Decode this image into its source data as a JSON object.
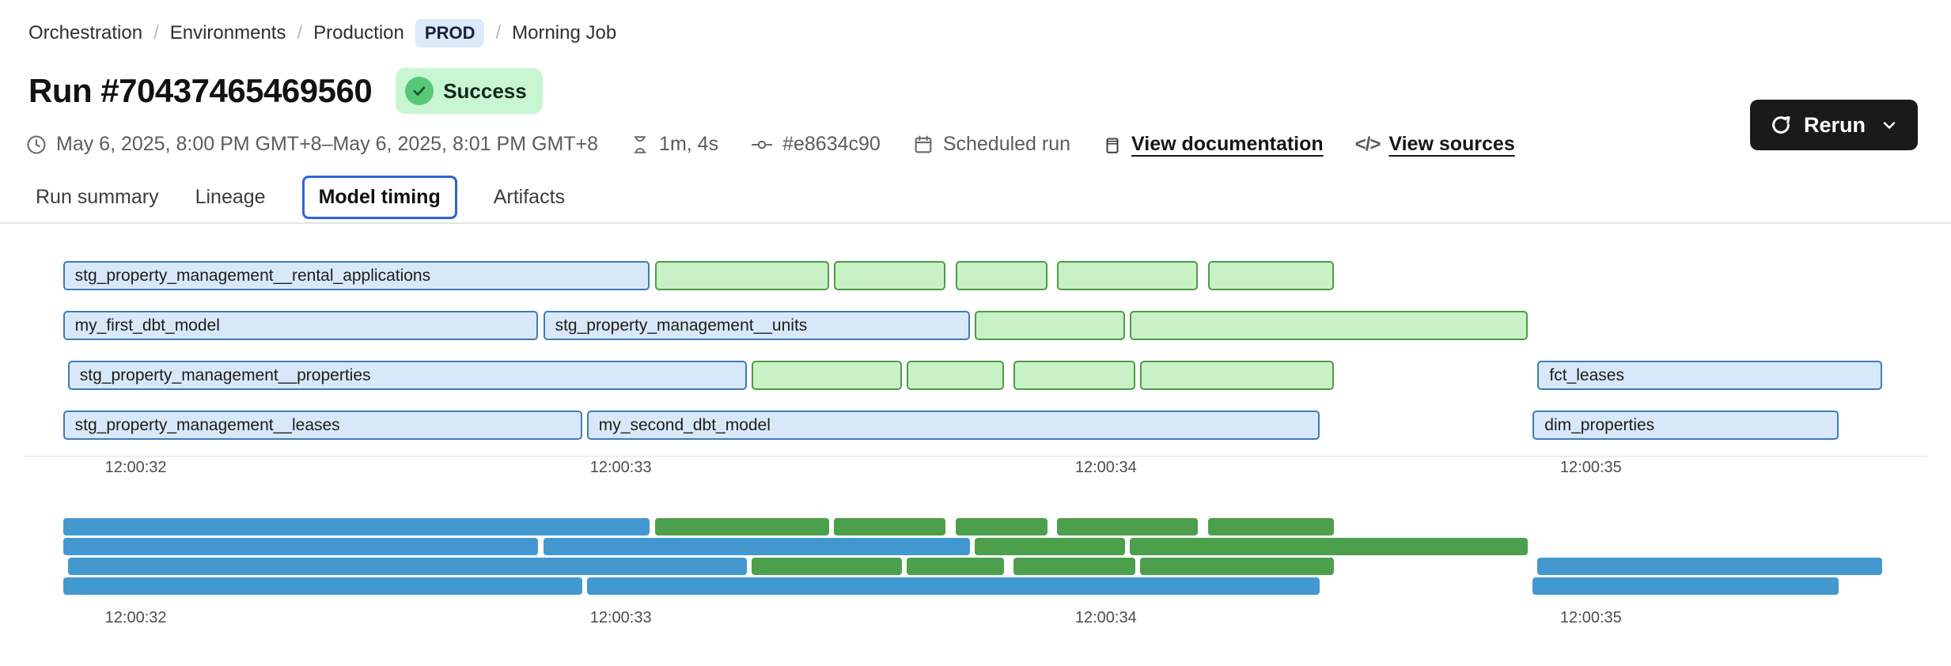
{
  "breadcrumb": {
    "separator": "/",
    "items": [
      "Orchestration",
      "Environments",
      "Production"
    ],
    "env_badge": "PROD",
    "last": "Morning Job"
  },
  "header": {
    "title": "Run #70437465469560",
    "status": "Success",
    "rerun_label": "Rerun"
  },
  "meta": {
    "time_range": "May 6, 2025, 8:00 PM GMT+8–May 6, 2025, 8:01 PM GMT+8",
    "duration": "1m, 4s",
    "commit": "#e8634c90",
    "trigger": "Scheduled run",
    "doc_link": "View documentation",
    "sources_link": "View sources",
    "code_glyph": "</>"
  },
  "tabs": [
    {
      "label": "Run summary",
      "active": false
    },
    {
      "label": "Lineage",
      "active": false
    },
    {
      "label": "Model timing",
      "active": true
    },
    {
      "label": "Artifacts",
      "active": false
    }
  ],
  "chart_data": {
    "type": "gantt",
    "title": "Model timing",
    "unit": "seconds after 12:00:00",
    "range": [
      31.8,
      35.7
    ],
    "ticks": [
      {
        "label": "12:00:32",
        "value": 32
      },
      {
        "label": "12:00:33",
        "value": 33
      },
      {
        "label": "12:00:34",
        "value": 34
      },
      {
        "label": "12:00:35",
        "value": 35
      }
    ],
    "palette": {
      "model_fill": "#d8e8f8",
      "model_border": "#3e7cb6",
      "test_fill": "#c8f2c5",
      "test_border": "#4d9b48",
      "mini_model": "#4498d0",
      "mini_test": "#4ca04c"
    },
    "rows": [
      {
        "bars": [
          {
            "label": "stg_property_management__rental_applications",
            "kind": "model",
            "start": 31.85,
            "end": 33.06
          },
          {
            "label": "",
            "kind": "test",
            "start": 33.07,
            "end": 33.43
          },
          {
            "label": "",
            "kind": "test",
            "start": 33.44,
            "end": 33.67
          },
          {
            "label": "",
            "kind": "test",
            "start": 33.69,
            "end": 33.88
          },
          {
            "label": "",
            "kind": "test",
            "start": 33.9,
            "end": 34.19
          },
          {
            "label": "",
            "kind": "test",
            "start": 34.21,
            "end": 34.47
          }
        ]
      },
      {
        "bars": [
          {
            "label": "my_first_dbt_model",
            "kind": "model",
            "start": 31.85,
            "end": 32.83
          },
          {
            "label": "stg_property_management__units",
            "kind": "model",
            "start": 32.84,
            "end": 33.72
          },
          {
            "label": "",
            "kind": "test",
            "start": 33.73,
            "end": 34.04
          },
          {
            "label": "",
            "kind": "test",
            "start": 34.05,
            "end": 34.87
          }
        ]
      },
      {
        "bars": [
          {
            "label": "stg_property_management__properties",
            "kind": "model",
            "start": 31.86,
            "end": 33.26
          },
          {
            "label": "",
            "kind": "test",
            "start": 33.27,
            "end": 33.58
          },
          {
            "label": "",
            "kind": "test",
            "start": 33.59,
            "end": 33.79
          },
          {
            "label": "",
            "kind": "test",
            "start": 33.81,
            "end": 34.06
          },
          {
            "label": "",
            "kind": "test",
            "start": 34.07,
            "end": 34.47
          },
          {
            "label": "fct_leases",
            "kind": "model",
            "start": 34.89,
            "end": 35.6
          }
        ]
      },
      {
        "bars": [
          {
            "label": "stg_property_management__leases",
            "kind": "model",
            "start": 31.85,
            "end": 32.92
          },
          {
            "label": "my_second_dbt_model",
            "kind": "model",
            "start": 32.93,
            "end": 34.44
          },
          {
            "label": "dim_properties",
            "kind": "model",
            "start": 34.88,
            "end": 35.51
          }
        ]
      }
    ]
  }
}
